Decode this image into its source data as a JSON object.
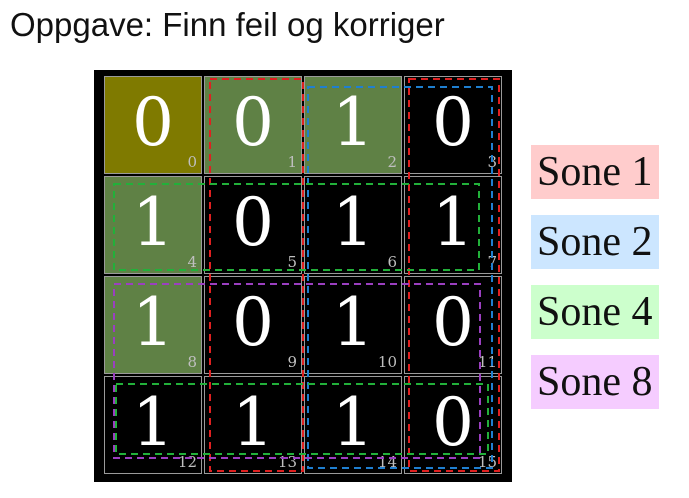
{
  "title": "Oppgave: Finn feil og korriger",
  "grid": {
    "cells": [
      {
        "value": "0",
        "index": "0",
        "color": "#7f7a00"
      },
      {
        "value": "0",
        "index": "1",
        "color": "#5f8145"
      },
      {
        "value": "1",
        "index": "2",
        "color": "#5f8145"
      },
      {
        "value": "0",
        "index": "3",
        "color": "#000000"
      },
      {
        "value": "1",
        "index": "4",
        "color": "#5f8145"
      },
      {
        "value": "0",
        "index": "5",
        "color": "#000000"
      },
      {
        "value": "1",
        "index": "6",
        "color": "#000000"
      },
      {
        "value": "1",
        "index": "7",
        "color": "#000000"
      },
      {
        "value": "1",
        "index": "8",
        "color": "#5f8145"
      },
      {
        "value": "0",
        "index": "9",
        "color": "#000000"
      },
      {
        "value": "1",
        "index": "10",
        "color": "#000000"
      },
      {
        "value": "0",
        "index": "11",
        "color": "#000000"
      },
      {
        "value": "1",
        "index": "12",
        "color": "#000000"
      },
      {
        "value": "1",
        "index": "13",
        "color": "#000000"
      },
      {
        "value": "1",
        "index": "14",
        "color": "#000000"
      },
      {
        "value": "0",
        "index": "15",
        "color": "#000000"
      }
    ]
  },
  "legend": [
    {
      "label": "Sone 1",
      "color": "#ffcccc",
      "stroke": "#e02020"
    },
    {
      "label": "Sone 2",
      "color": "#cce6ff",
      "stroke": "#1f7fd0"
    },
    {
      "label": "Sone 4",
      "color": "#ccffcc",
      "stroke": "#22b03a"
    },
    {
      "label": "Sone 8",
      "color": "#f5ccff",
      "stroke": "#9b3fc0"
    }
  ]
}
